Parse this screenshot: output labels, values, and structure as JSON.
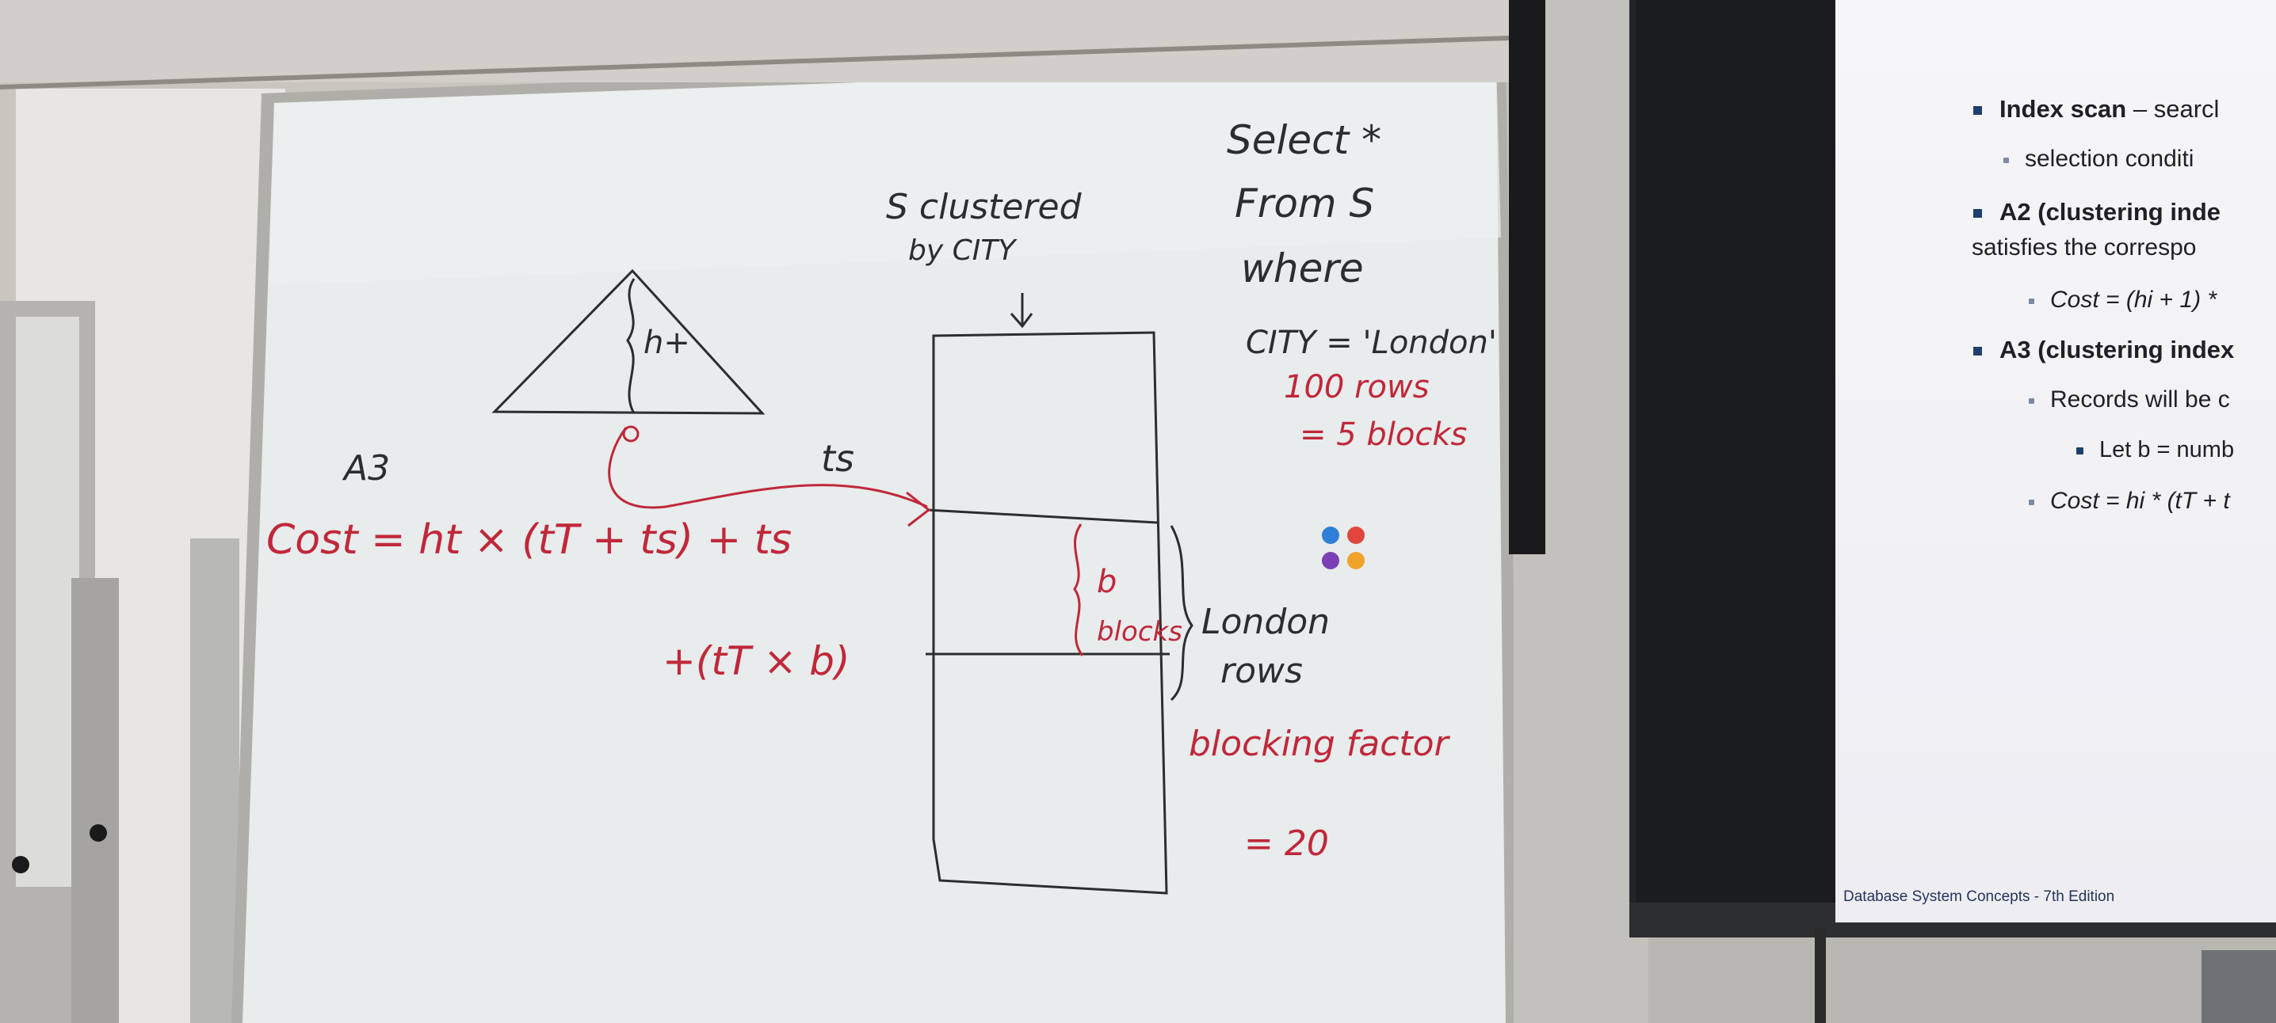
{
  "whiteboard": {
    "triangle_height": "h+",
    "label_a3": "A3",
    "pointer_ts": "ts",
    "cost_formula": "Cost = ht × (tT + ts) + ts",
    "cost_extra": "+(tT × b)",
    "clustered_note": [
      "S clustered",
      "by CITY"
    ],
    "query": [
      "Select *",
      "From S",
      "where",
      "CITY = 'London'"
    ],
    "rows_note": [
      "100 rows",
      "= 5 blocks"
    ],
    "b_label": [
      "b",
      "blocks"
    ],
    "london_rows": [
      "London",
      "rows"
    ],
    "blocking_factor": [
      "blocking factor",
      "= 20"
    ]
  },
  "slide": {
    "lines": [
      {
        "kind": "bullet",
        "bold": "Index scan",
        "text": " – searcl"
      },
      {
        "kind": "sub",
        "text": "selection conditi"
      },
      {
        "kind": "bullet",
        "bold": "A2 (clustering inde",
        "text": ""
      },
      {
        "kind": "cont",
        "text": "satisfies the correspo"
      },
      {
        "kind": "sub",
        "text": "Cost = (hi + 1) *"
      },
      {
        "kind": "bullet",
        "bold": "A3 (clustering index",
        "text": ""
      },
      {
        "kind": "sub",
        "text": "Records will be c"
      },
      {
        "kind": "subsub",
        "text": "Let b = numb"
      },
      {
        "kind": "sub",
        "text": "Cost = hi * (tT + t"
      }
    ],
    "footer": "Database System Concepts - 7th Edition"
  },
  "colors": {
    "marker_black": "#2b2d2f",
    "marker_red": "#c0283a",
    "slide_bullet": "#1e3f6e"
  }
}
